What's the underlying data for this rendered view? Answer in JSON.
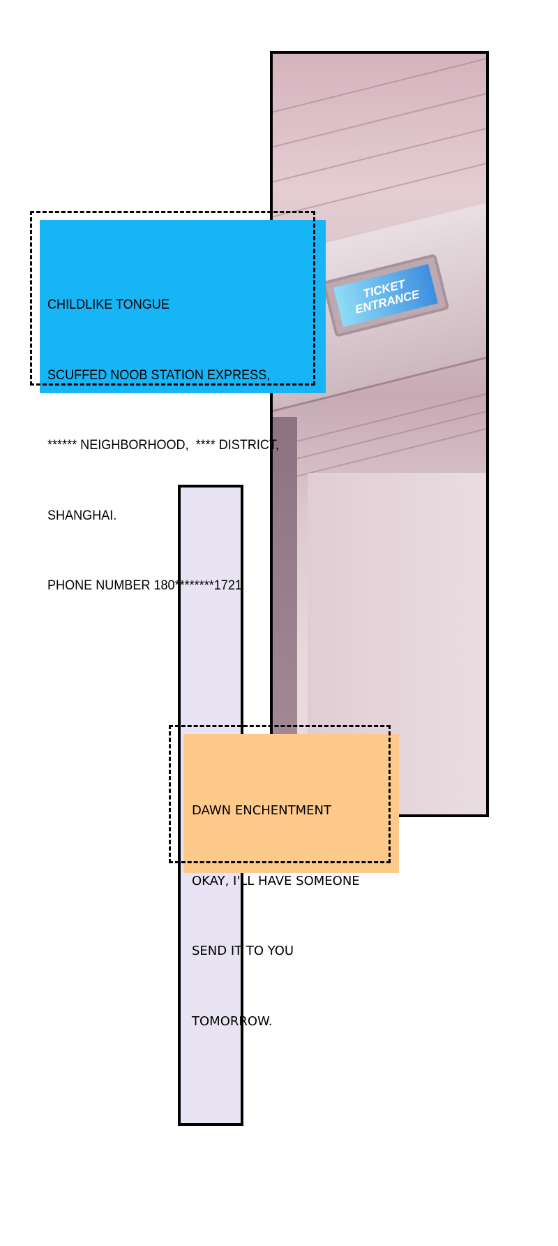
{
  "panel_sign": {
    "line1": "TICKET",
    "line2": "ENTRANCE"
  },
  "caption_blue": {
    "lines": [
      "CHILDLIKE TONGUE",
      "SCUFFED NOOB STATION EXPRESS,",
      "****** NEIGHBORHOOD,  **** DISTRICT,",
      "SHANGHAI.",
      "PHONE NUMBER 180********1721"
    ],
    "color": "#17b5f5"
  },
  "caption_orange": {
    "lines": [
      "DAWN ENCHENTMENT",
      "OKAY, I'LL HAVE SOMEONE",
      "SEND IT TO YOU",
      "TOMORROW."
    ],
    "color": "#fdca8c"
  }
}
